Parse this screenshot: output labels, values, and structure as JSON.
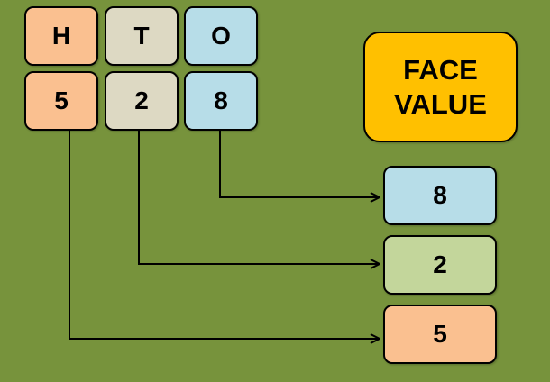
{
  "place_headers": [
    {
      "label": "H",
      "color": "#fac090"
    },
    {
      "label": "T",
      "color": "#ddd9c3"
    },
    {
      "label": "O",
      "color": "#b7dde8"
    }
  ],
  "digits": [
    {
      "value": "5",
      "color": "#fac090"
    },
    {
      "value": "2",
      "color": "#ddd9c3"
    },
    {
      "value": "8",
      "color": "#b7dde8"
    }
  ],
  "face_value_title": {
    "line1": "FACE",
    "line2": "VALUE",
    "color": "#ffc000"
  },
  "face_values": [
    {
      "value": "8",
      "color": "#b7dde8"
    },
    {
      "value": "2",
      "color": "#c3d69b"
    },
    {
      "value": "5",
      "color": "#fac090"
    }
  ],
  "background_color": "#77933c"
}
